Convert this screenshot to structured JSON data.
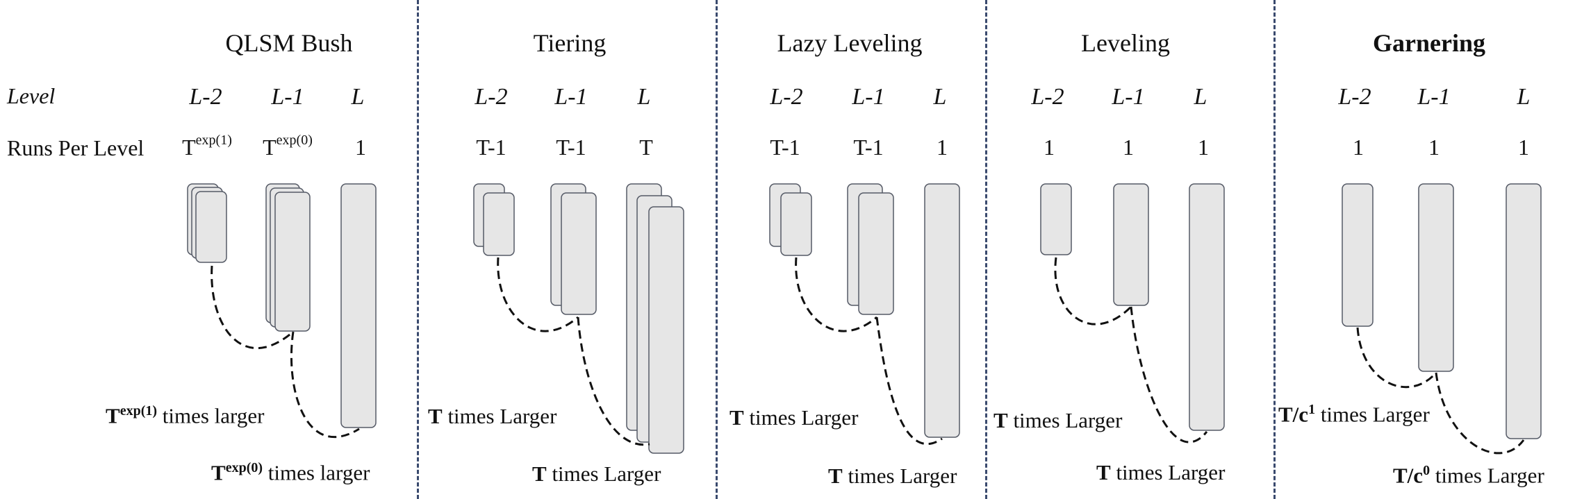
{
  "row_labels": {
    "level": "Level",
    "runs": "Runs Per Level"
  },
  "panels": [
    {
      "title": "QLSM Bush",
      "bold": false,
      "levels": [
        "L-2",
        "L-1",
        "L"
      ],
      "runs": [
        {
          "base": "T",
          "sup": "exp(1)"
        },
        {
          "base": "T",
          "sup": "exp(0)"
        },
        {
          "base": "1",
          "sup": ""
        }
      ],
      "annotations": [
        {
          "bold": "T",
          "sup": "exp(1)",
          "rest": " times larger"
        },
        {
          "bold": "T",
          "sup": "exp(0)",
          "rest": " times larger"
        }
      ]
    },
    {
      "title": "Tiering",
      "bold": false,
      "levels": [
        "L-2",
        "L-1",
        "L"
      ],
      "runs": [
        {
          "base": "T-1",
          "sup": ""
        },
        {
          "base": "T-1",
          "sup": ""
        },
        {
          "base": "T",
          "sup": ""
        }
      ],
      "annotations": [
        {
          "bold": "T",
          "sup": "",
          "rest": " times Larger"
        },
        {
          "bold": "T",
          "sup": "",
          "rest": " times Larger"
        }
      ]
    },
    {
      "title": "Lazy Leveling",
      "bold": false,
      "levels": [
        "L-2",
        "L-1",
        "L"
      ],
      "runs": [
        {
          "base": "T-1",
          "sup": ""
        },
        {
          "base": "T-1",
          "sup": ""
        },
        {
          "base": "1",
          "sup": ""
        }
      ],
      "annotations": [
        {
          "bold": "T",
          "sup": "",
          "rest": " times Larger"
        },
        {
          "bold": "T",
          "sup": "",
          "rest": " times Larger"
        }
      ]
    },
    {
      "title": "Leveling",
      "bold": false,
      "levels": [
        "L-2",
        "L-1",
        "L"
      ],
      "runs": [
        {
          "base": "1",
          "sup": ""
        },
        {
          "base": "1",
          "sup": ""
        },
        {
          "base": "1",
          "sup": ""
        }
      ],
      "annotations": [
        {
          "bold": "T",
          "sup": "",
          "rest": " times Larger"
        },
        {
          "bold": "T",
          "sup": "",
          "rest": " times Larger"
        }
      ]
    },
    {
      "title": "Garnering",
      "bold": true,
      "levels": [
        "L-2",
        "L-1",
        "L"
      ],
      "runs": [
        {
          "base": "1",
          "sup": ""
        },
        {
          "base": "1",
          "sup": ""
        },
        {
          "base": "1",
          "sup": ""
        }
      ],
      "annotations": [
        {
          "bold": "T/c",
          "sup": "1",
          "rest": " times Larger"
        },
        {
          "bold": "T/c",
          "sup": "0",
          "rest": " times Larger"
        }
      ]
    }
  ]
}
